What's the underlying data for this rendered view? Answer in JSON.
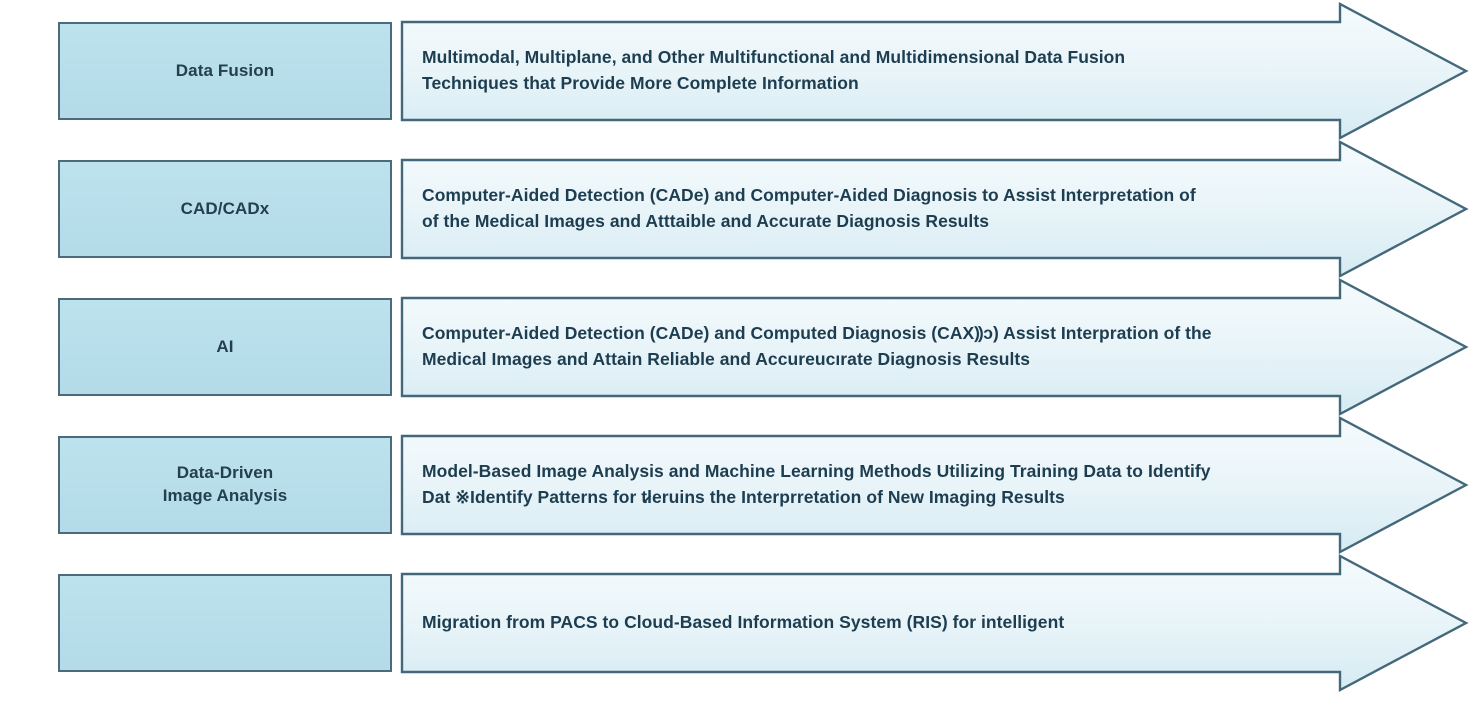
{
  "diagram": {
    "title": "Medical imaging informatics trends flow diagram",
    "colors": {
      "label_fill": "#bce2ed",
      "arrow_fill_light": "#f4fafc",
      "arrow_fill_mid": "#dceef5",
      "stroke": "#4b6b7c",
      "text": "#1d3d50",
      "background": "#ffffff"
    },
    "rows": [
      {
        "label": "Data Fusion",
        "description_lines": [
          "Multimodal, Multiplane, and Other Multifunctional and Multidimensional Data Fusion",
          "Techniques that Provide More Complete Information"
        ]
      },
      {
        "label": "CAD/CADx",
        "description_lines": [
          "Computer-Aided Detection (CADe) and Computer-Aided Diagnosis to Assist Interpretation of",
          "of the Medical Images and Atttaible and Accurate Diagnosis Results"
        ]
      },
      {
        "label": "AI",
        "description_lines": [
          "Computer-Aided Detection (CADe) and Computed Diagnosis (CAX⸩ɔ) Assist Interpration of the",
          "Medical Images and Attain Reliable and Accureucırate Diagnosis Results"
        ]
      },
      {
        "label": "Data-Driven\nImage Analysis",
        "label_lines": [
          "Data-Driven",
          "Image Analysis"
        ],
        "description_lines": [
          "Model-Based Image Analysis and Machine Learning Methods Utilizing Training Data to Identify",
          "Dat ※Identify Patterns for t̷leruins the Interprretation of New Imaging Results"
        ]
      },
      {
        "label": "",
        "description_lines": [
          "Migration from PACS to Cloud-Based Information System (RIS) for intelligent"
        ]
      }
    ]
  }
}
